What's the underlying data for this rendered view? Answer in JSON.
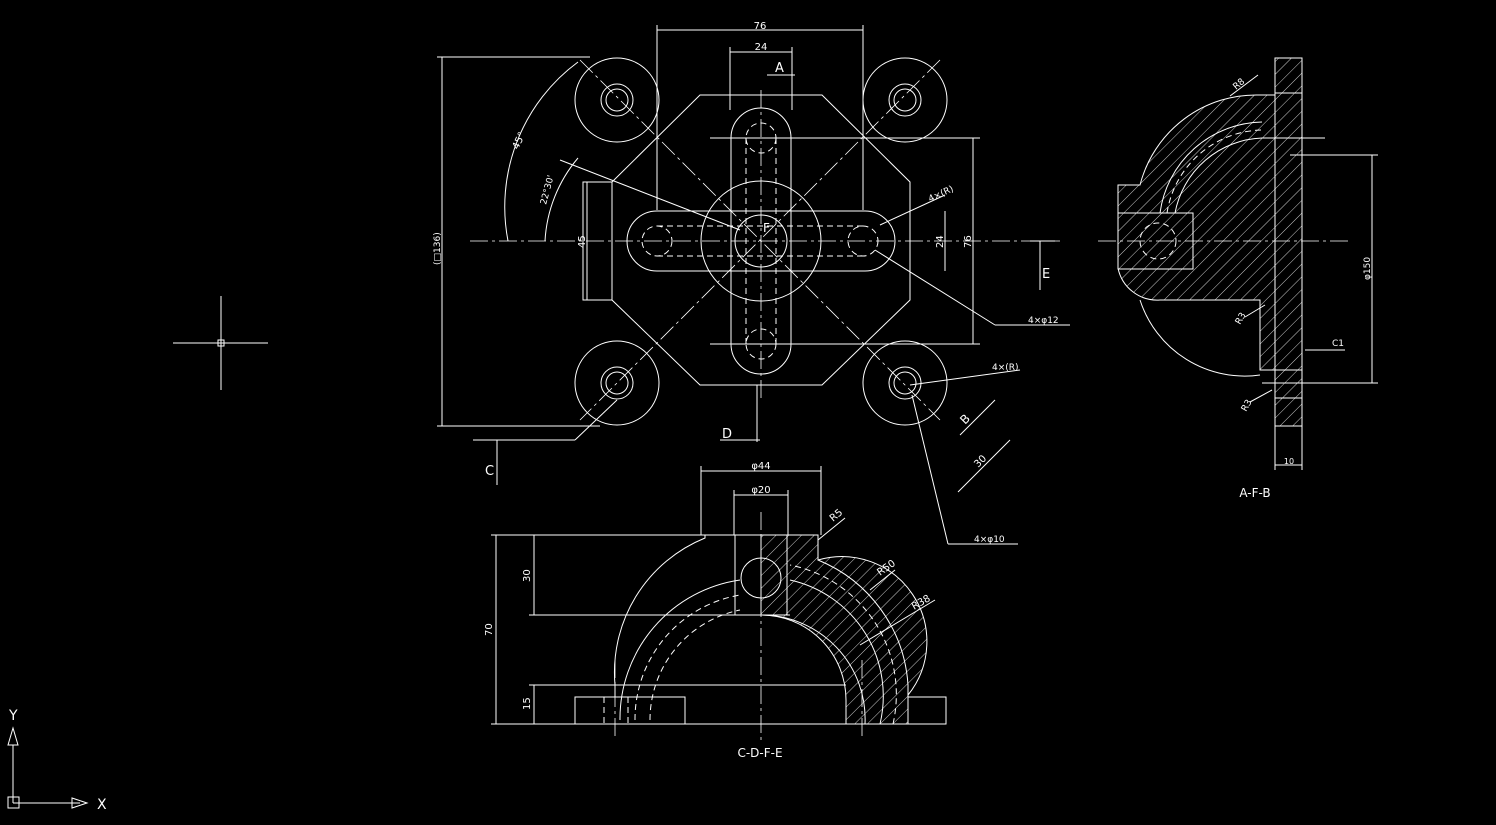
{
  "colors": {
    "background": "#000000",
    "lines": "#ffffff"
  },
  "plan_view": {
    "dims": {
      "d76_top": "76",
      "d24_top": "24",
      "label_a": "A",
      "d45_angle": "45°",
      "d22_angle": "22°30'",
      "d136": "(□136)",
      "d45_left": "45",
      "label_f": "F",
      "d4r_top": "4×(R)",
      "d24_right": "24",
      "d76_right": "76",
      "label_e": "E",
      "d4x12": "4×φ12",
      "d4r_bottom": "4×(R)",
      "label_b": "B",
      "d30": "30",
      "label_d": "D",
      "label_c": "C",
      "d4x10": "4×φ10"
    }
  },
  "front_view": {
    "title": "C-D-F-E",
    "dims": {
      "d44": "φ44",
      "d20": "φ20",
      "r5": "R5",
      "r50": "R50",
      "r38": "R38",
      "d30": "30",
      "d70": "70",
      "d15": "15"
    }
  },
  "side_view": {
    "title": "A-F-B",
    "dims": {
      "r8": "R8",
      "d150": "φ150",
      "r3_a": "R3",
      "c1": "C1",
      "r3_b": "R3",
      "d10": "10"
    }
  },
  "ucs": {
    "y_label": "Y",
    "x_label": "X"
  }
}
